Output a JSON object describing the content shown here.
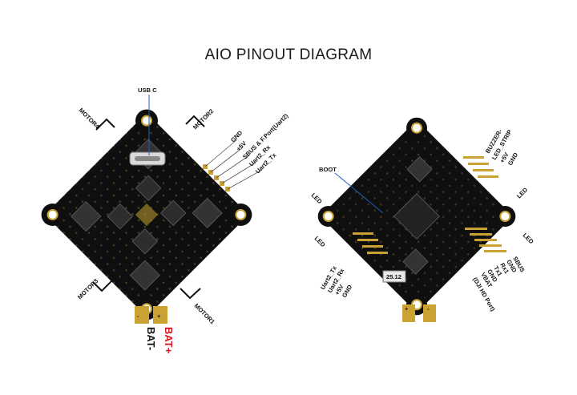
{
  "title": "AIO PINOUT DIAGRAM",
  "colors": {
    "board": "#0f0f0f",
    "pad": "#c9a233",
    "accent_red": "#d4141c",
    "label": "#111111"
  },
  "left_board": {
    "usb": "USB C",
    "motors": [
      "MOTOR4",
      "MOTOR2",
      "MOTOR3",
      "MOTOR1"
    ],
    "pins": [
      "GND",
      "+5V",
      "SBUS & F.Port(Uart2)",
      "Uart2_Rx",
      "Uart2_Tx"
    ],
    "bat_pos": "BAT+",
    "bat_neg": "BAT-",
    "plus": "+",
    "minus": "-"
  },
  "right_board": {
    "boot": "BOOT",
    "led": "LED",
    "top_pins": [
      "BUZZER-",
      "LED_STRIP",
      "+5V",
      "GND"
    ],
    "left_pins": [
      "Uart2_Tx",
      "Uart2_Rx",
      "+5V",
      "GND"
    ],
    "right_pins": [
      "SBUS",
      "GND",
      "Rx1",
      "Tx1",
      "GND",
      "VBAT",
      "(DJI HD Port)"
    ],
    "plus": "+",
    "minus": "-",
    "chip_text": "25.12"
  }
}
